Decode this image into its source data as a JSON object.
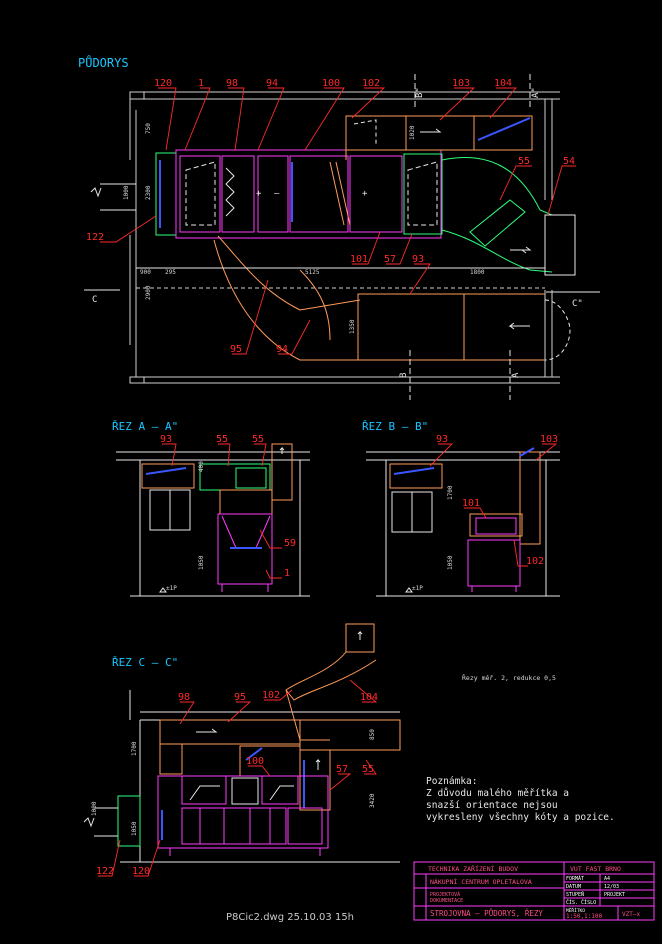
{
  "titles": {
    "plan": "PŮDORYS",
    "section_a": "ŘEZ A – A\"",
    "section_b": "ŘEZ B – B\"",
    "section_c": "ŘEZ C – C\""
  },
  "refs": {
    "r120": "120",
    "r1": "1",
    "r98": "98",
    "r94": "94",
    "r100": "100",
    "r102": "102",
    "r103": "103",
    "r104": "104",
    "r55": "55",
    "r54": "54",
    "r122": "122",
    "r101": "101",
    "r57": "57",
    "r93": "93",
    "r95": "95",
    "r59": "59"
  },
  "markers": {
    "a": "A",
    "a2": "A\"",
    "b": "B",
    "b2": "B\"",
    "c": "C",
    "c2": "C\"",
    "level": "±1P"
  },
  "dims": {
    "d900": "900",
    "d295": "295",
    "d5125": "5125",
    "d1800": "1800",
    "d2900": "2900",
    "d750": "750",
    "d1000": "1000",
    "d2300": "2300",
    "d1350": "1350",
    "d1020": "1020",
    "d400": "400",
    "d1050": "1050",
    "d1700": "1700",
    "d3420": "3420",
    "d850": "850"
  },
  "scale_note": "Řezy měř. 2, redukce 0,5",
  "note": {
    "heading": "Poznámka:",
    "line1": "Z důvodu malého měřítka a",
    "line2": "snazší orientace nejsou",
    "line3": "vykresleny všechny kóty a pozice."
  },
  "title_block": {
    "company": "TECHNIKA ZAŘÍZENÍ BUDOV",
    "office": "VUT FAST BRNO",
    "project": "NÁKUPNÍ CENTRUM OPLETALOVA",
    "phase_a": "PROJEKTOVÁ",
    "phase_b": "DOKUMENTACE",
    "drawing": "STROJOVNA – PŮDORYS, ŘEZY",
    "format_label": "FORMÁT",
    "format_value": "A4",
    "date_label": "DATUM",
    "date_value": "12/03",
    "stage_label": "STUPEŇ",
    "stage_value": "PROJEKT",
    "number_label": "ČÍS. ČÍSLO",
    "scale_label": "MĚŘÍTKO",
    "scale_value": "1:50,1:100",
    "sheet": "VZT–x"
  },
  "filename": "P8Cic2.dwg   25.10.03  15h"
}
